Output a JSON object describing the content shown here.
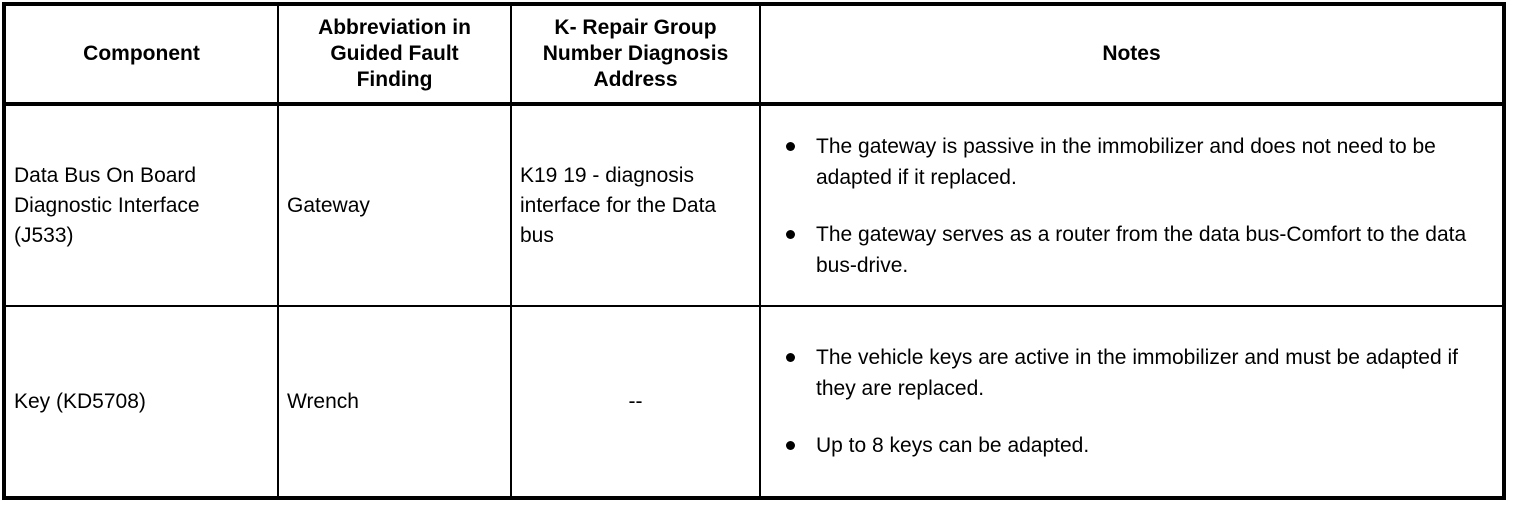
{
  "table": {
    "columns": [
      {
        "key": "component",
        "header": "Component",
        "align": "center"
      },
      {
        "key": "abbreviation",
        "header": "Abbreviation in\nGuided Fault\nFinding",
        "align": "center"
      },
      {
        "key": "address",
        "header": "K- Repair Group\nNumber Diagnosis\nAddress",
        "align": "center"
      },
      {
        "key": "notes",
        "header": "Notes",
        "align": "center"
      }
    ],
    "rows": [
      {
        "component": "Data Bus On Board\nDiagnostic Interface\n(J533)",
        "abbreviation": "Gateway",
        "address": "K19 19 - diagnosis\ninterface for the Data\nbus",
        "address_align": "left",
        "notes": [
          "The gateway is passive in the immobilizer and does not need to be adapted if it replaced.",
          "The gateway serves as a router from the data bus-Comfort to the data bus-drive."
        ]
      },
      {
        "component": "Key (KD5708)",
        "abbreviation": "Wrench",
        "address": "--",
        "address_align": "center",
        "notes": [
          "The vehicle keys are active in the immobilizer and must be adapted if they are replaced.",
          "Up to 8 keys can be adapted."
        ]
      }
    ]
  },
  "style": {
    "text_color": "#000000",
    "background_color": "#ffffff",
    "border_color": "#000000"
  }
}
